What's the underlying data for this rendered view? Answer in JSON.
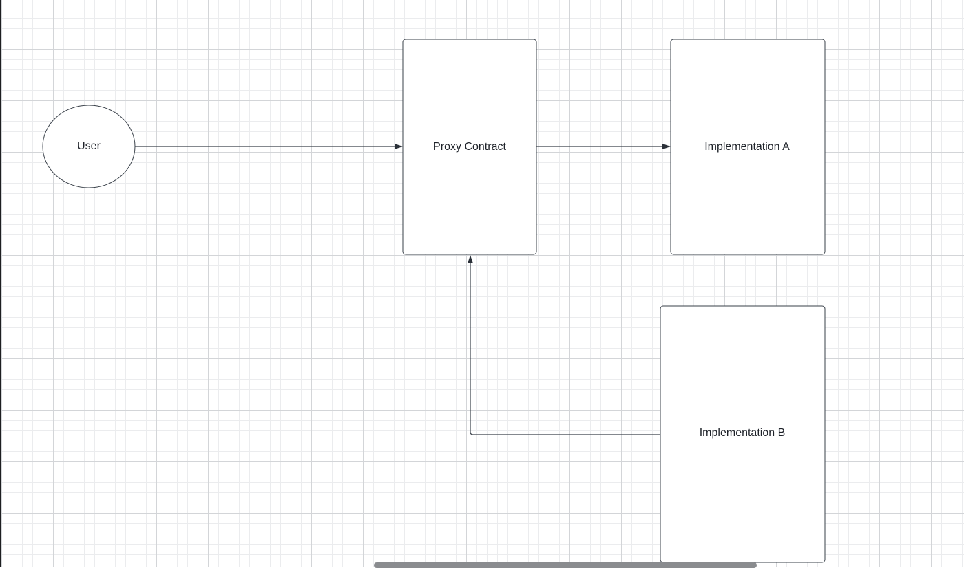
{
  "diagram": {
    "nodes": {
      "user": {
        "label": "User",
        "shape": "ellipse"
      },
      "proxy": {
        "label": "Proxy Contract",
        "shape": "rectangle"
      },
      "impl_a": {
        "label": "Implementation A",
        "shape": "rectangle"
      },
      "impl_b": {
        "label": "Implementation B",
        "shape": "rectangle"
      }
    },
    "edges": [
      {
        "from": "User",
        "to": "Proxy Contract"
      },
      {
        "from": "Proxy Contract",
        "to": "Implementation A"
      },
      {
        "from": "Implementation B",
        "to": "Proxy Contract"
      }
    ]
  },
  "colors": {
    "stroke": "#3a414a",
    "fill": "#ffffff",
    "grid_major": "#d3d5d8",
    "grid_minor": "#ebecee",
    "scrollbar": "#8a8c8f"
  }
}
